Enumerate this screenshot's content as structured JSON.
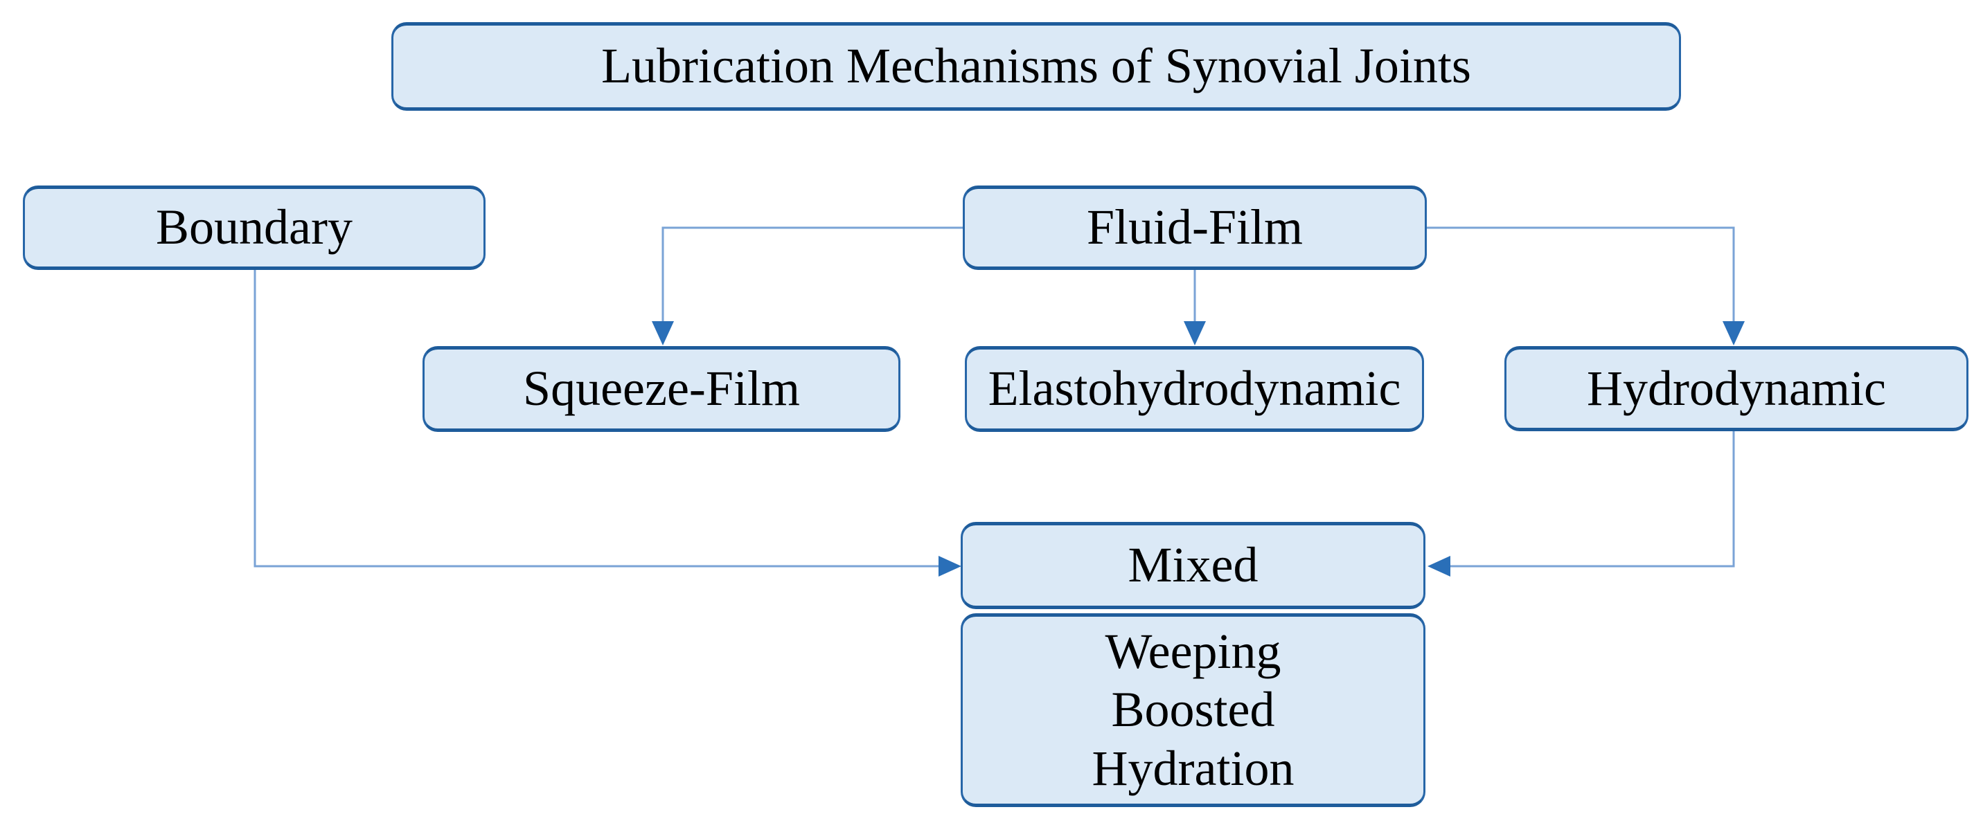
{
  "diagram": {
    "title": "Lubrication Mechanisms of Synovial Joints",
    "nodes": {
      "boundary": {
        "label": "Boundary"
      },
      "fluid_film": {
        "label": "Fluid-Film"
      },
      "squeeze_film": {
        "label": "Squeeze-Film"
      },
      "elastohydrodynamic": {
        "label": "Elastohydrodynamic"
      },
      "hydrodynamic": {
        "label": "Hydrodynamic"
      },
      "mixed": {
        "label": "Mixed"
      },
      "combined": {
        "lines": [
          "Weeping",
          "Boosted",
          "Hydration"
        ]
      }
    },
    "edges": [
      {
        "from": "fluid_film",
        "to": "squeeze_film"
      },
      {
        "from": "fluid_film",
        "to": "elastohydrodynamic"
      },
      {
        "from": "fluid_film",
        "to": "hydrodynamic"
      },
      {
        "from": "boundary",
        "to": "mixed"
      },
      {
        "from": "hydrodynamic",
        "to": "mixed"
      }
    ],
    "colors": {
      "node_fill": "#dbe9f6",
      "node_border": "#1e5c9b",
      "connector_line": "#7aa3d6",
      "arrowhead": "#2a6fb8",
      "text": "#000000",
      "background": "#ffffff"
    }
  }
}
